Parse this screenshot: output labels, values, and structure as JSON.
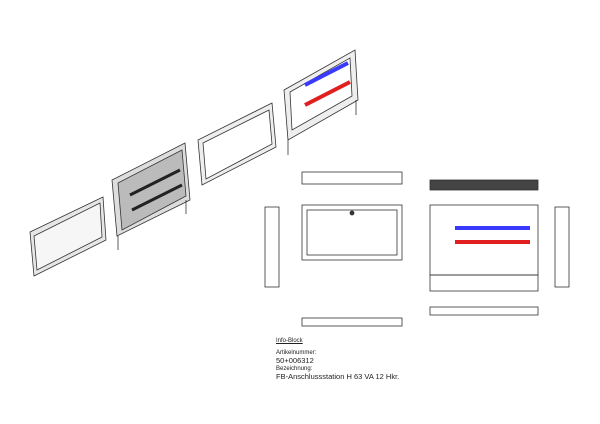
{
  "info_block": {
    "title": "Info-Block",
    "article_number_label": "Artikelnummer:",
    "article_number": "50+006312",
    "designation_label": "Bezeichnung:",
    "designation": "FB-Anschlussstation H 63 VA 12 Hkr."
  },
  "colors": {
    "line": "#333333",
    "panel": "#e6e6e6",
    "supply": "#3a3aff",
    "return": "#e02020"
  }
}
